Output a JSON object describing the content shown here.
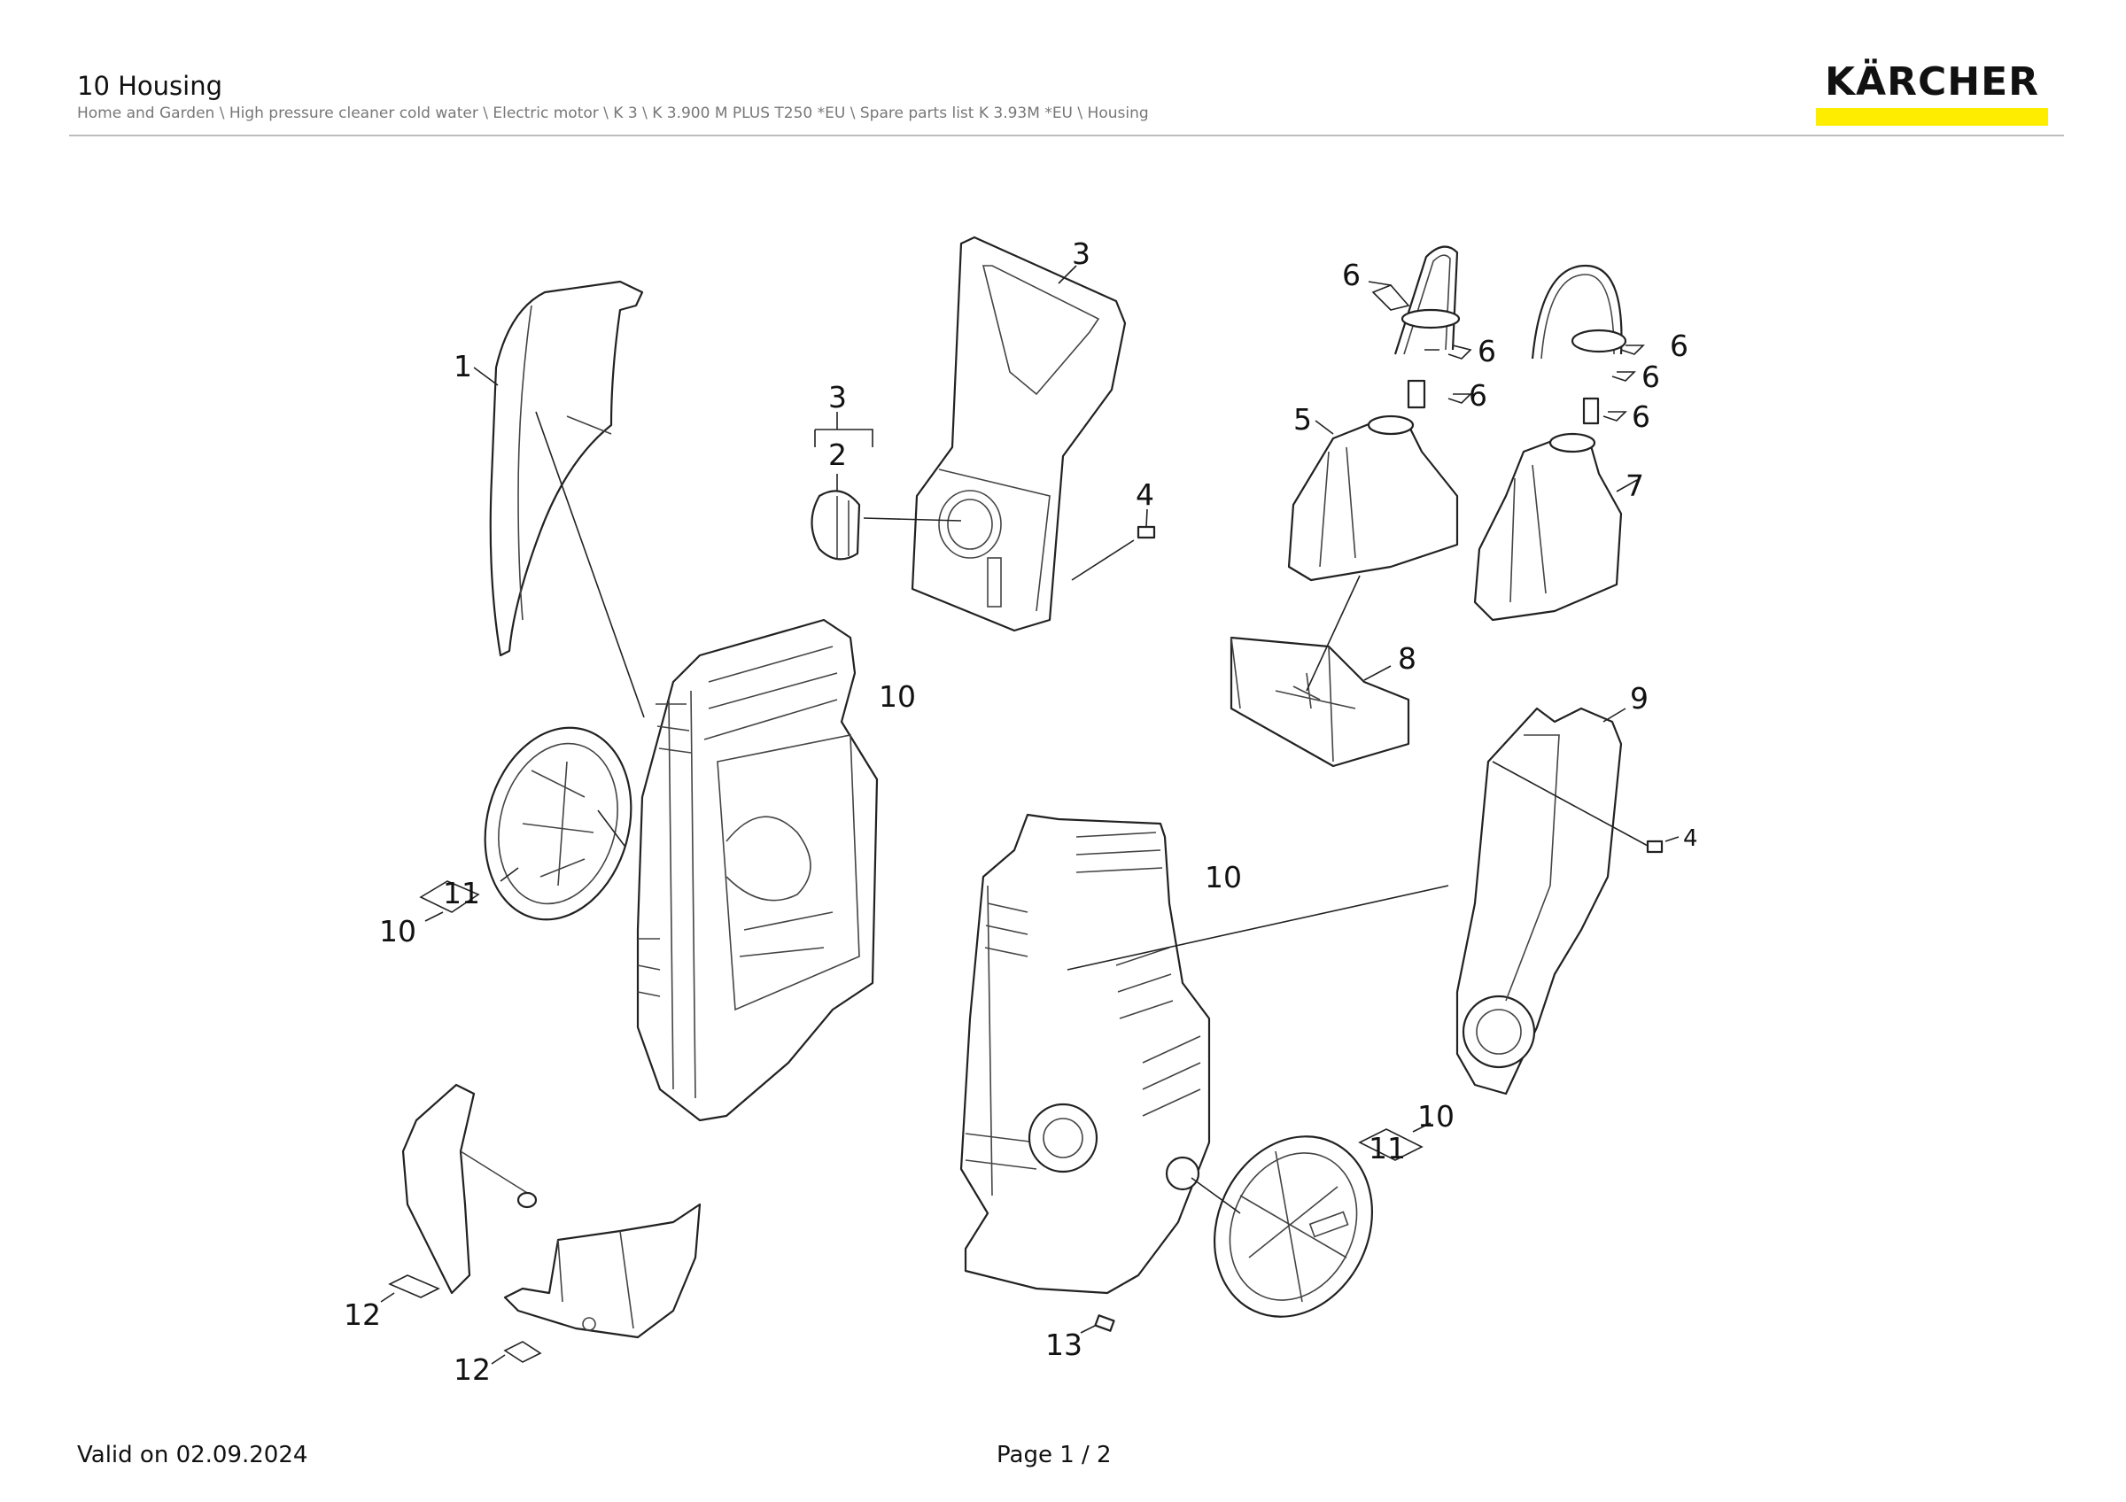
{
  "header": {
    "title": "10 Housing",
    "breadcrumb": "Home and Garden \\ High pressure cleaner cold water \\ Electric motor \\ K 3 \\ K 3.900 M PLUS T250 *EU \\ Spare parts list K 3.93M *EU \\ Housing"
  },
  "logo": {
    "text": "KÄRCHER",
    "colors": {
      "text": "#111111",
      "bar": "#ffed00"
    }
  },
  "callouts": {
    "c1": "1",
    "c2": "2",
    "c3a": "3",
    "c3b": "3",
    "c4a": "4",
    "c4b": "4",
    "c5": "5",
    "c6a": "6",
    "c6b": "6",
    "c6c": "6",
    "c6d": "6",
    "c6e": "6",
    "c6f": "6",
    "c7": "7",
    "c8": "8",
    "c9": "9",
    "c10a": "10",
    "c10b": "10",
    "c10c": "10",
    "c10d": "10",
    "c11a": "11",
    "c11b": "11",
    "c12a": "12",
    "c12b": "12",
    "c13": "13"
  },
  "footer": {
    "valid": "Valid on 02.09.2024",
    "page": "Page 1 / 2"
  }
}
